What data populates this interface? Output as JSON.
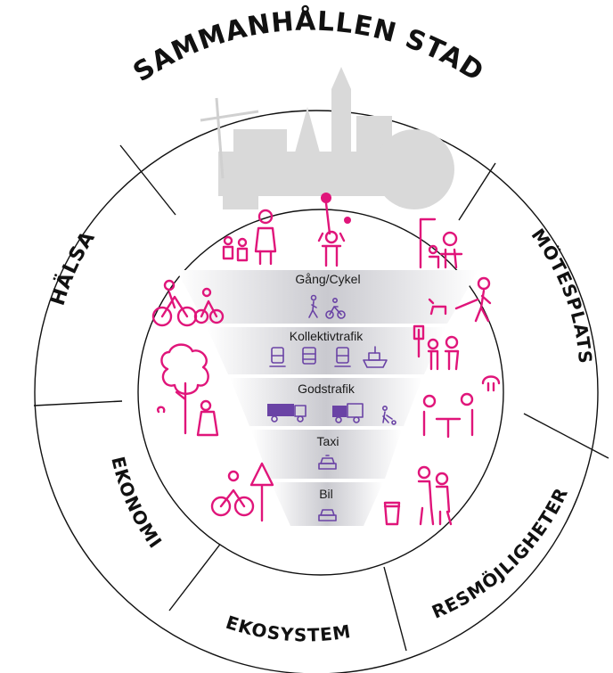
{
  "title": "SAMMANHÅLLEN STAD",
  "segments": {
    "halsa": "HÄLSA",
    "motesplats": "MÖTESPLATS",
    "ekonomi": "EKONOMI",
    "ekosystem": "EKOSYSTEM",
    "resmojligheter": "RESMÖJLIGHETER"
  },
  "pyramid": {
    "tier1": "Gång/Cykel",
    "tier2": "Kollektivtrafik",
    "tier3": "Godstrafik",
    "tier4": "Taxi",
    "tier5": "Bil"
  },
  "colors": {
    "accent": "#e0157a",
    "icon": "#6a43a5",
    "skyline": "#d9d9d9"
  }
}
